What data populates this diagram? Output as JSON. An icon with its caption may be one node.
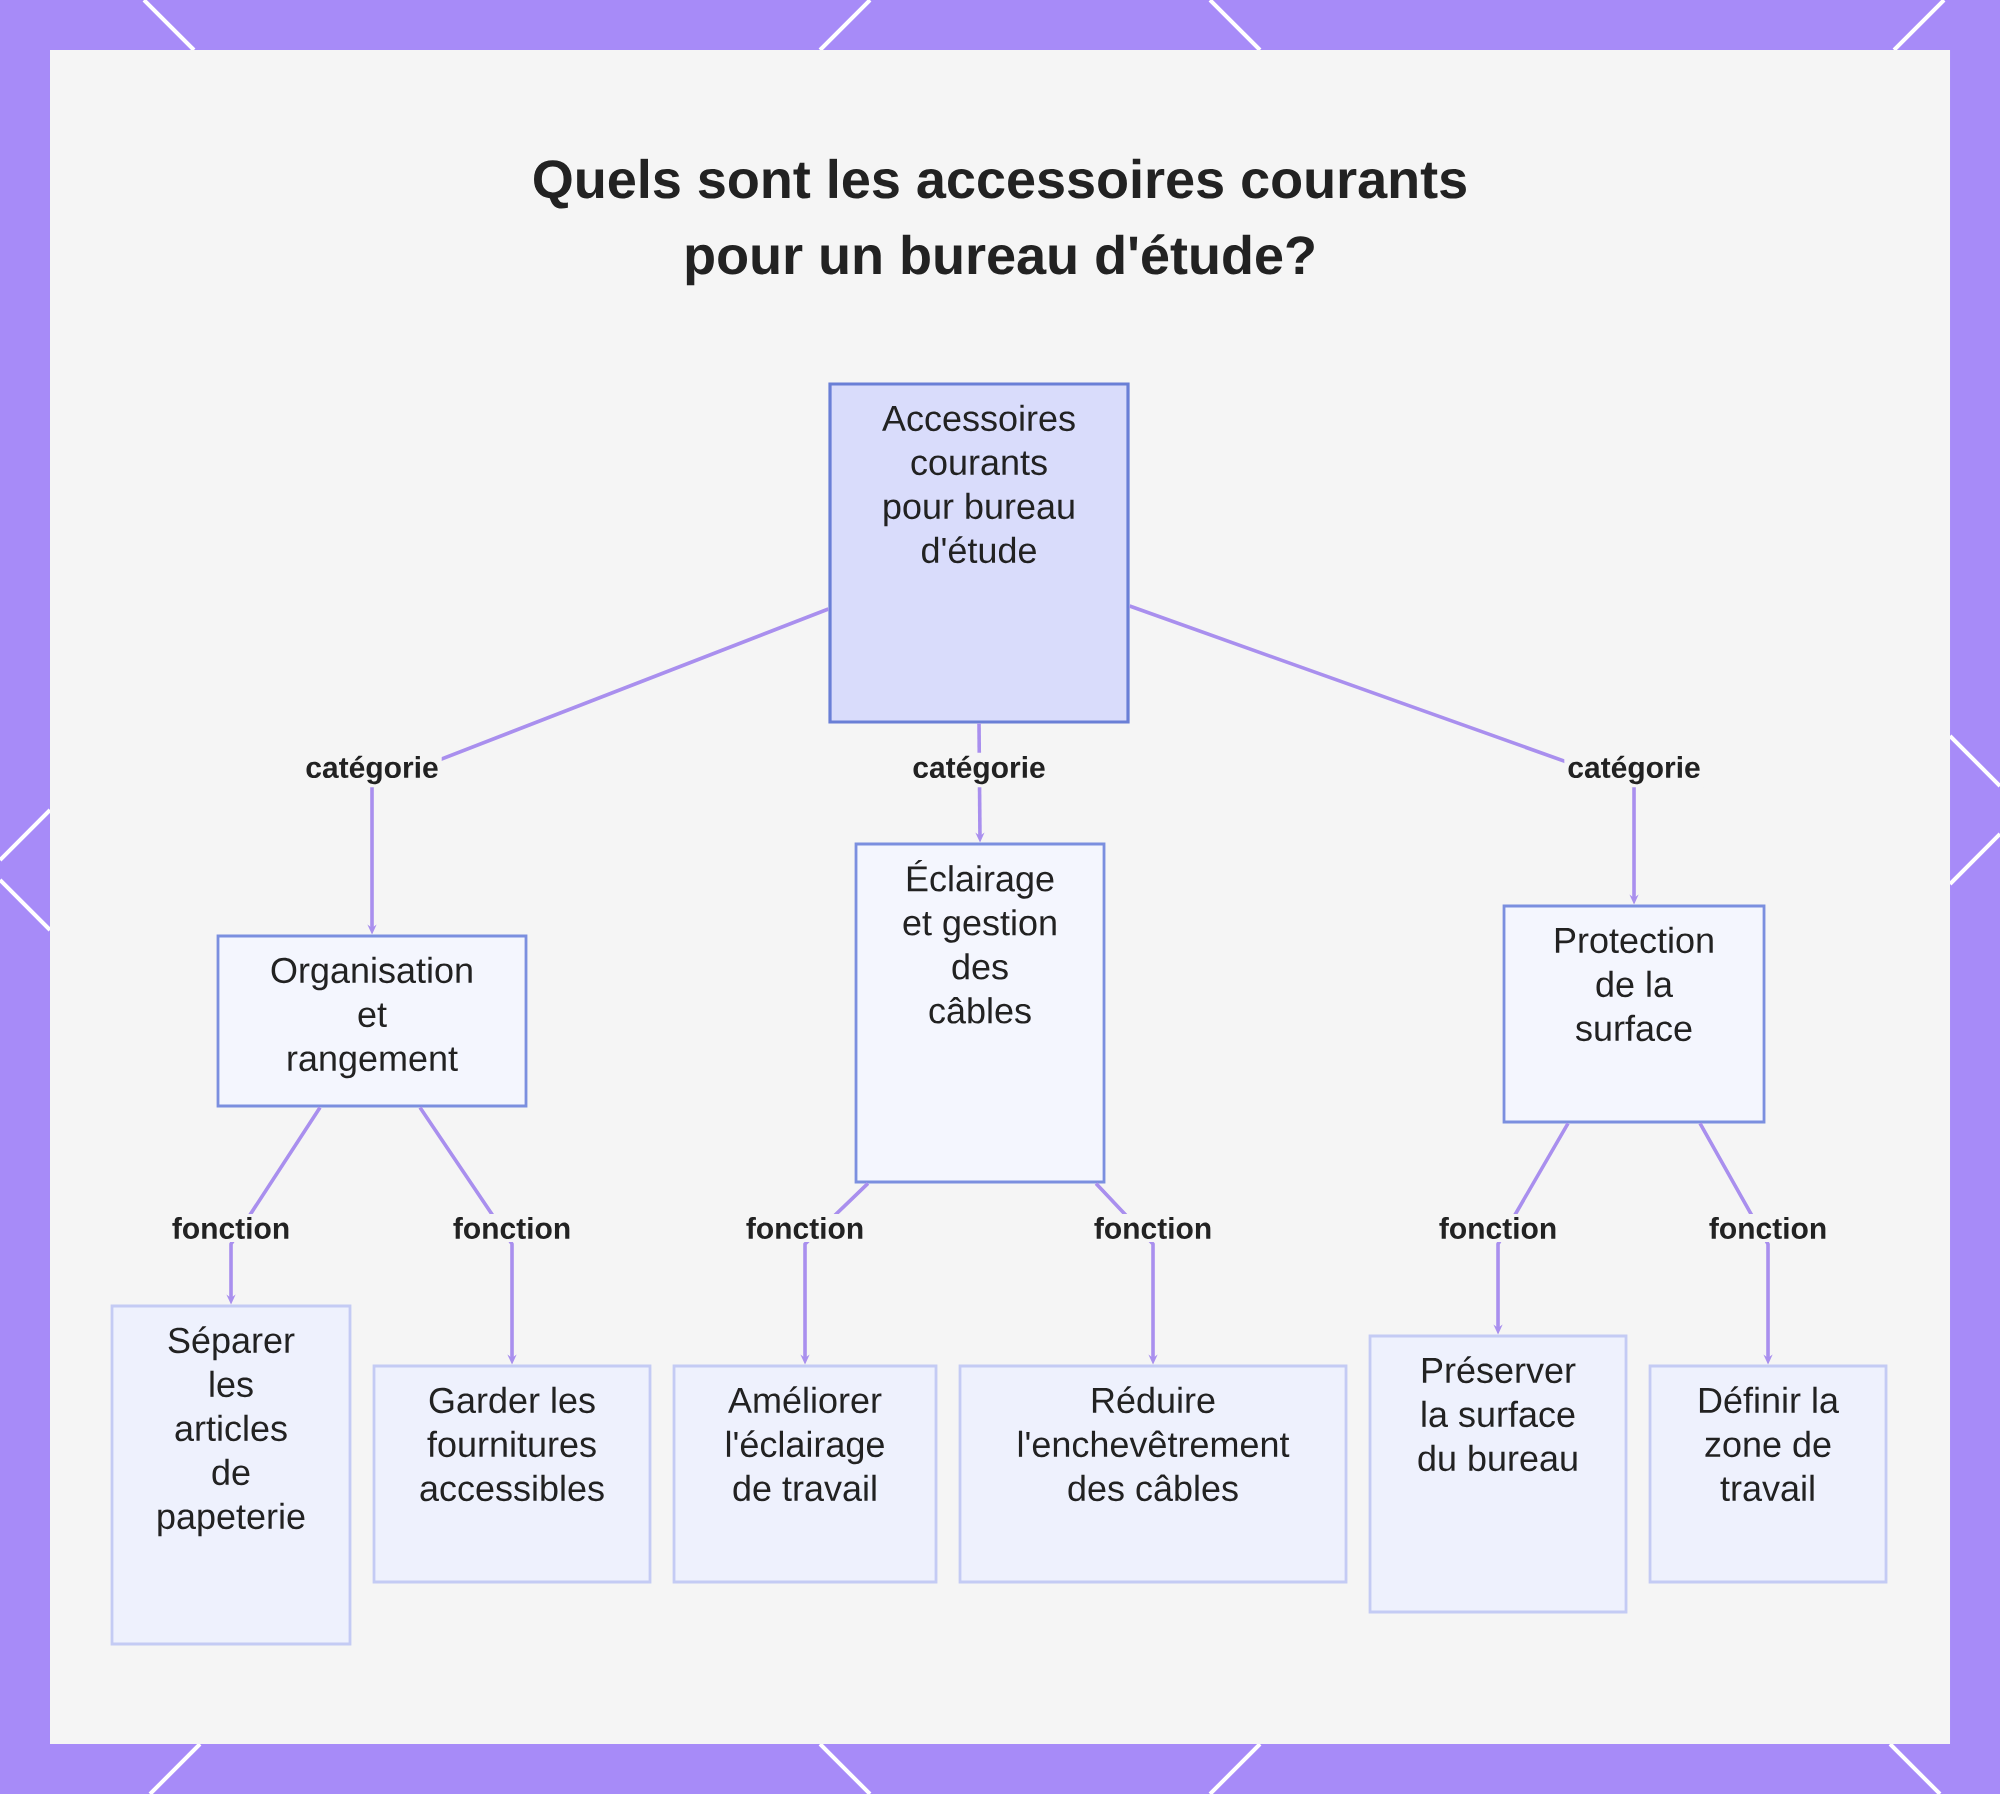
{
  "diagram": {
    "title": "Quels sont les accessoires courants pour un bureau d'étude?",
    "nodes": [
      {
        "text": [
          "Accessoires courants pour bureau d'étude"
        ]
      },
      {
        "text": [
          "Organisation et rangement"
        ]
      },
      {
        "text": [
          "Éclairage et gestion des câbles"
        ]
      },
      {
        "text": [
          "Protection de la surface"
        ]
      },
      {
        "text": [
          "Séparer les articles de papeterie"
        ]
      },
      {
        "text": [
          "Garder les fournitures accessibles"
        ]
      },
      {
        "text": [
          "Améliorer l'éclairage de travail"
        ]
      },
      {
        "text": [
          "Réduire l'enchevêtrement des câbles"
        ]
      },
      {
        "text": [
          "Préserver la surface du bureau"
        ]
      },
      {
        "text": [
          "Définir la zone de travail"
        ]
      }
    ],
    "edges": [
      {
        "from": 0,
        "to": 1,
        "arrow": "to",
        "label": "catégorie"
      },
      {
        "from": 0,
        "to": 2,
        "arrow": "to",
        "label": "catégorie"
      },
      {
        "from": 0,
        "to": 3,
        "arrow": "to",
        "label": "catégorie"
      },
      {
        "from": 1,
        "to": 4,
        "arrow": "to",
        "label": "fonction"
      },
      {
        "from": 1,
        "to": 5,
        "arrow": "to",
        "label": "fonction"
      },
      {
        "from": 2,
        "to": 6,
        "arrow": "to",
        "label": "fonction"
      },
      {
        "from": 2,
        "to": 7,
        "arrow": "to",
        "label": "fonction"
      },
      {
        "from": 3,
        "to": 8,
        "arrow": "to",
        "label": "fonction"
      },
      {
        "from": 3,
        "to": 9,
        "arrow": "to",
        "label": "fonction"
      }
    ]
  }
}
